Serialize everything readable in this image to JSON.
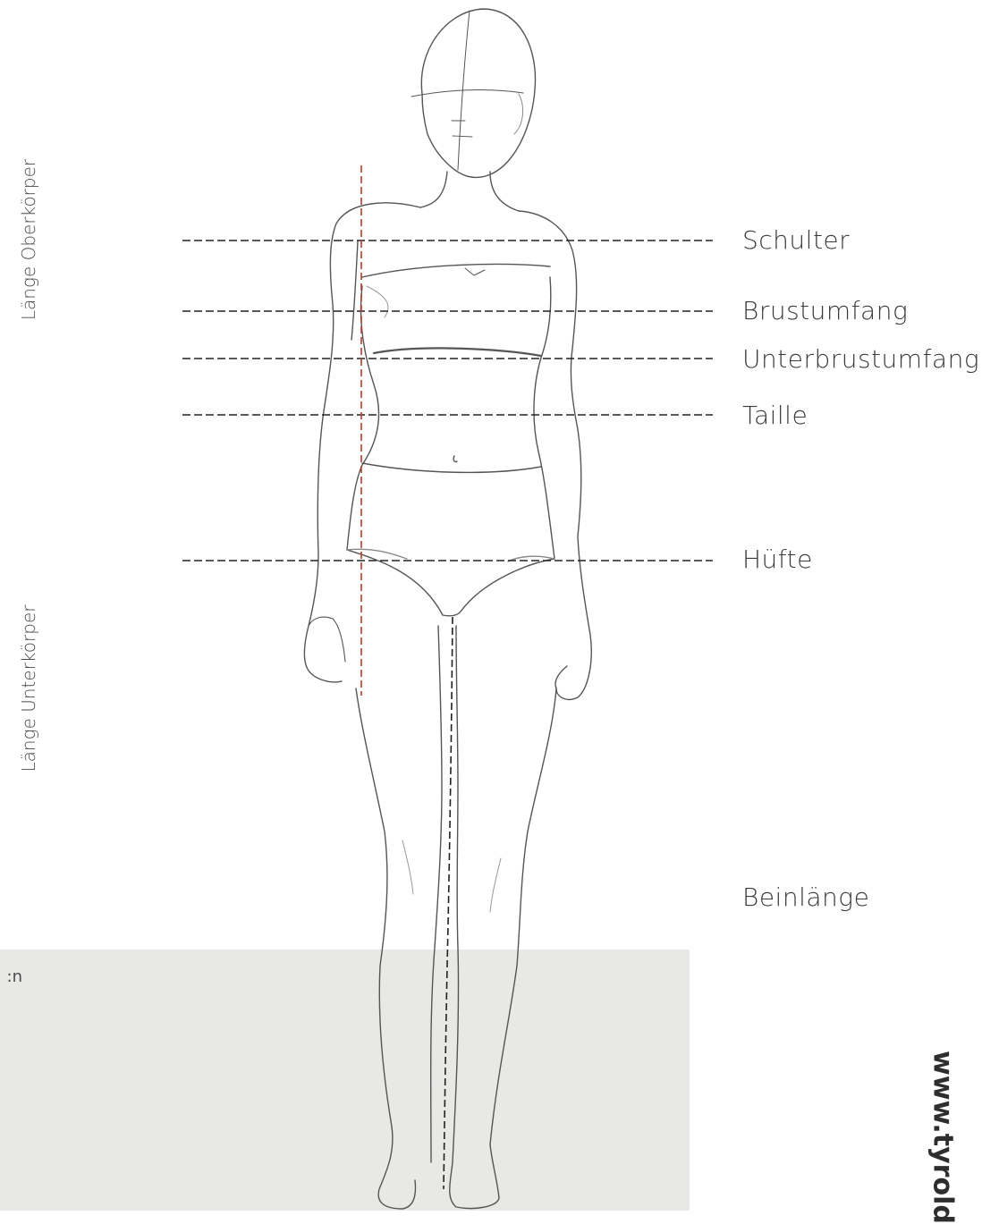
{
  "measurements": [
    {
      "id": "schulter",
      "label": "Schulter"
    },
    {
      "id": "brustumfang",
      "label": "Brustumfang"
    },
    {
      "id": "unterbrustumfang",
      "label": "Unterbrustumfang"
    },
    {
      "id": "taille",
      "label": "Taille"
    },
    {
      "id": "huefte",
      "label": "Hüfte"
    },
    {
      "id": "beinlaenge",
      "label": "Beinlänge"
    }
  ],
  "side_labels": {
    "upper_body_length": "Länge Oberkörper",
    "lower_body_length": "Länge Unterkörper"
  },
  "notes_label": "n:",
  "website": "www.tyrold",
  "colors": {
    "guide_line": "#222222",
    "body_length_line": "#c0392b",
    "notes_panel": "#e8e8e6",
    "sketch": "#555555"
  }
}
